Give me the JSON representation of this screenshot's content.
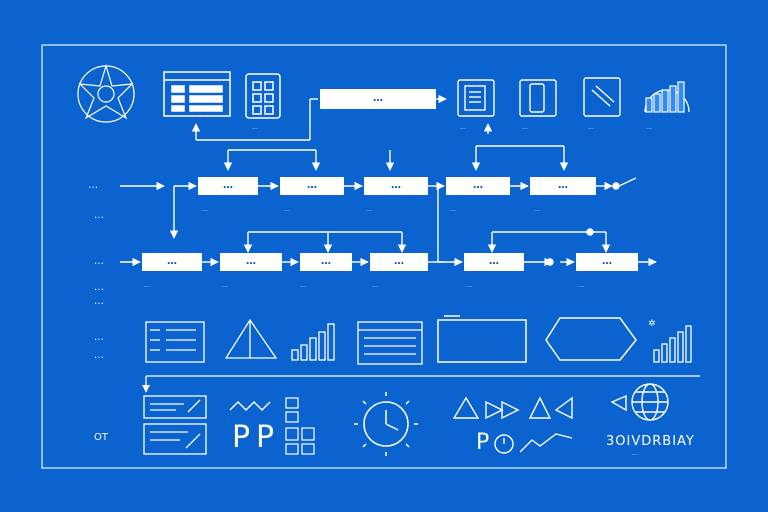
{
  "top_banner": "…",
  "row_labels": [
    "…",
    "…",
    "…",
    "…",
    "…",
    "…",
    "…",
    "OT"
  ],
  "row1_boxes": [
    "…",
    "…",
    "…",
    "…",
    "…"
  ],
  "row2_boxes": [
    "…",
    "…",
    "…",
    "…",
    "…",
    "…"
  ],
  "tiny_caption": "…",
  "bottom_letters": [
    "P",
    "P",
    "P"
  ],
  "brand_text": "3OIVDRBIAY",
  "brand_subtext": "…",
  "colors": {
    "background": "#0a63cf",
    "line": "#ffffff",
    "box_fill": "#ffffff",
    "box_text": "#0a4fa8"
  },
  "icons": [
    "star-mandala-icon",
    "window-table-icon",
    "app-grid-icon",
    "document-icon",
    "phone-icon",
    "edit-pencil-icon",
    "bar-chart-icon",
    "checklist-icon",
    "pyramid-icon",
    "growth-bars-icon",
    "spreadsheet-icon",
    "screen-frame-icon",
    "hexagon-shape-icon",
    "clock-icon",
    "globe-icon",
    "triangle-play-icon",
    "graph-wave-icon"
  ]
}
